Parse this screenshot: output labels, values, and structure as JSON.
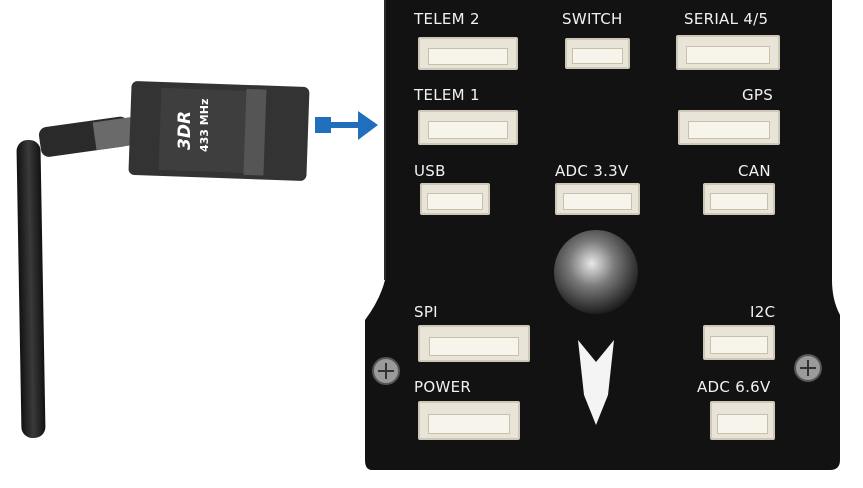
{
  "radio": {
    "brand": "3DR",
    "frequency": "433 MHz"
  },
  "arrow_color": "#1f6fbd",
  "ports": {
    "telem2": "TELEM 2",
    "switch": "SWITCH",
    "serial45": "SERIAL 4/5",
    "telem1": "TELEM 1",
    "gps": "GPS",
    "usb": "USB",
    "adc33": "ADC 3.3V",
    "can": "CAN",
    "spi": "SPI",
    "i2c": "I2C",
    "power": "POWER",
    "adc66": "ADC 6.6V"
  }
}
